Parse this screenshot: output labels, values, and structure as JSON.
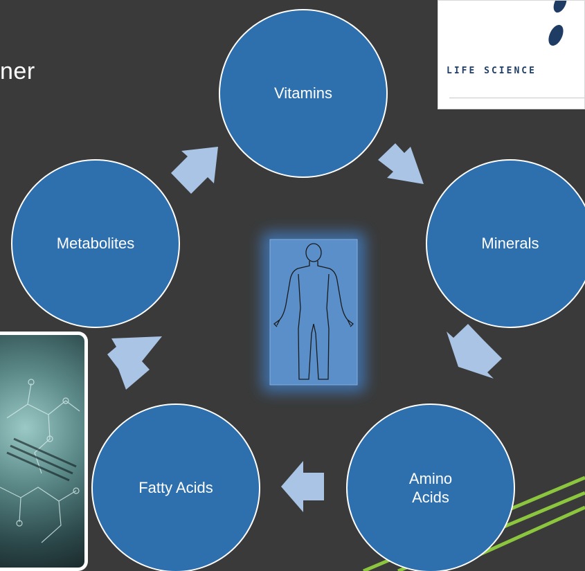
{
  "slide": {
    "title_fragment": "ner",
    "logo": {
      "text": "LIFE SCIENCE"
    }
  },
  "cycle": {
    "nodes": [
      {
        "id": "vitamins",
        "label": "Vitamins"
      },
      {
        "id": "minerals",
        "label": "Minerals"
      },
      {
        "id": "amino-acids",
        "label": "Amino Acids",
        "lines": [
          "Amino",
          "Acids"
        ]
      },
      {
        "id": "fatty-acids",
        "label": "Fatty Acids"
      },
      {
        "id": "metabolites",
        "label": "Metabolites"
      }
    ],
    "center_icon": "human-body-outline-icon"
  },
  "colors": {
    "background": "#3a3a3a",
    "node_fill": "#2e6fae",
    "node_stroke": "#ffffff",
    "arrow_fill": "#a9c4e4",
    "accent_lines": "#8cc63f"
  }
}
